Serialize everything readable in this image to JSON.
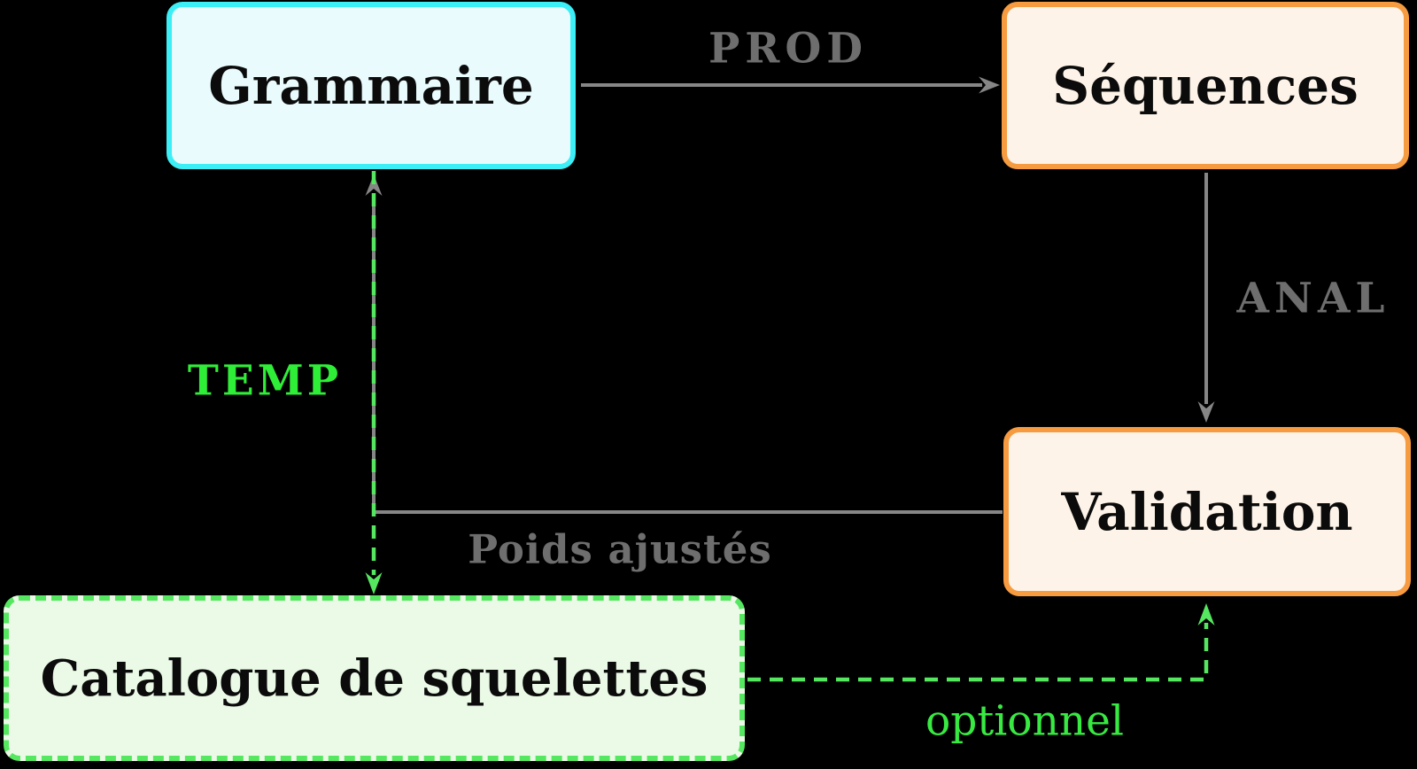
{
  "diagram": {
    "background_color": "#000000",
    "nodes": [
      {
        "id": "grammaire",
        "label": "Grammaire",
        "border_color": "#3ceef6",
        "fill_color": "#e9fbfd",
        "border_style": "solid"
      },
      {
        "id": "sequences",
        "label": "Séquences",
        "border_color": "#f79b41",
        "fill_color": "#fdf3e8",
        "border_style": "solid"
      },
      {
        "id": "validation",
        "label": "Validation",
        "border_color": "#f79b41",
        "fill_color": "#fdf3e8",
        "border_style": "solid"
      },
      {
        "id": "catalogue",
        "label": "Catalogue de squelettes",
        "border_color": "#55e75f",
        "fill_color": "#eafae6",
        "border_style": "dashed"
      }
    ],
    "edges": [
      {
        "id": "prod",
        "label": "PROD",
        "from": "grammaire",
        "to": "sequences",
        "style": "solid",
        "color": "#868686",
        "label_color": "#6e6e6e"
      },
      {
        "id": "anal",
        "label": "ANAL",
        "from": "sequences",
        "to": "validation",
        "style": "solid",
        "color": "#868686",
        "label_color": "#6e6e6e"
      },
      {
        "id": "poids",
        "label": "Poids ajustés",
        "from": "validation",
        "to": "grammaire",
        "style": "solid",
        "color": "#868686",
        "label_color": "#6e6e6e"
      },
      {
        "id": "temp",
        "label": "TEMP",
        "from": "grammaire",
        "to": "catalogue",
        "style": "dashed",
        "color": "#55e75f",
        "label_color": "#2fee38"
      },
      {
        "id": "optionnel",
        "label": "optionnel",
        "from": "catalogue",
        "to": "validation",
        "style": "dashed",
        "color": "#55e75f",
        "label_color": "#38e942"
      }
    ]
  }
}
